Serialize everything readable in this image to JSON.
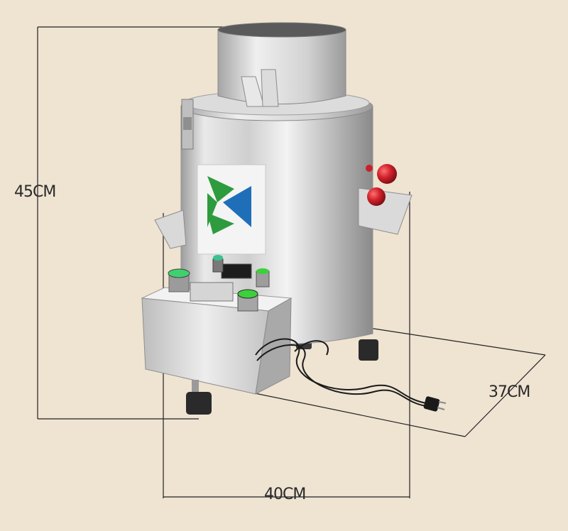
{
  "dimensions": {
    "height": "45CM",
    "width": "40CM",
    "depth": "37CM"
  },
  "colors": {
    "background": "#efe3d2",
    "steel_light": "#e6e6e6",
    "steel_dark": "#9a9a9a",
    "logo_green": "#2e9b3e",
    "logo_blue": "#1f6fb8",
    "handle_red": "#c8202a",
    "button_green": "#3ad13a",
    "dimension_line": "#222222"
  },
  "icons": [
    "brand-logo-icon",
    "power-plug-icon"
  ]
}
